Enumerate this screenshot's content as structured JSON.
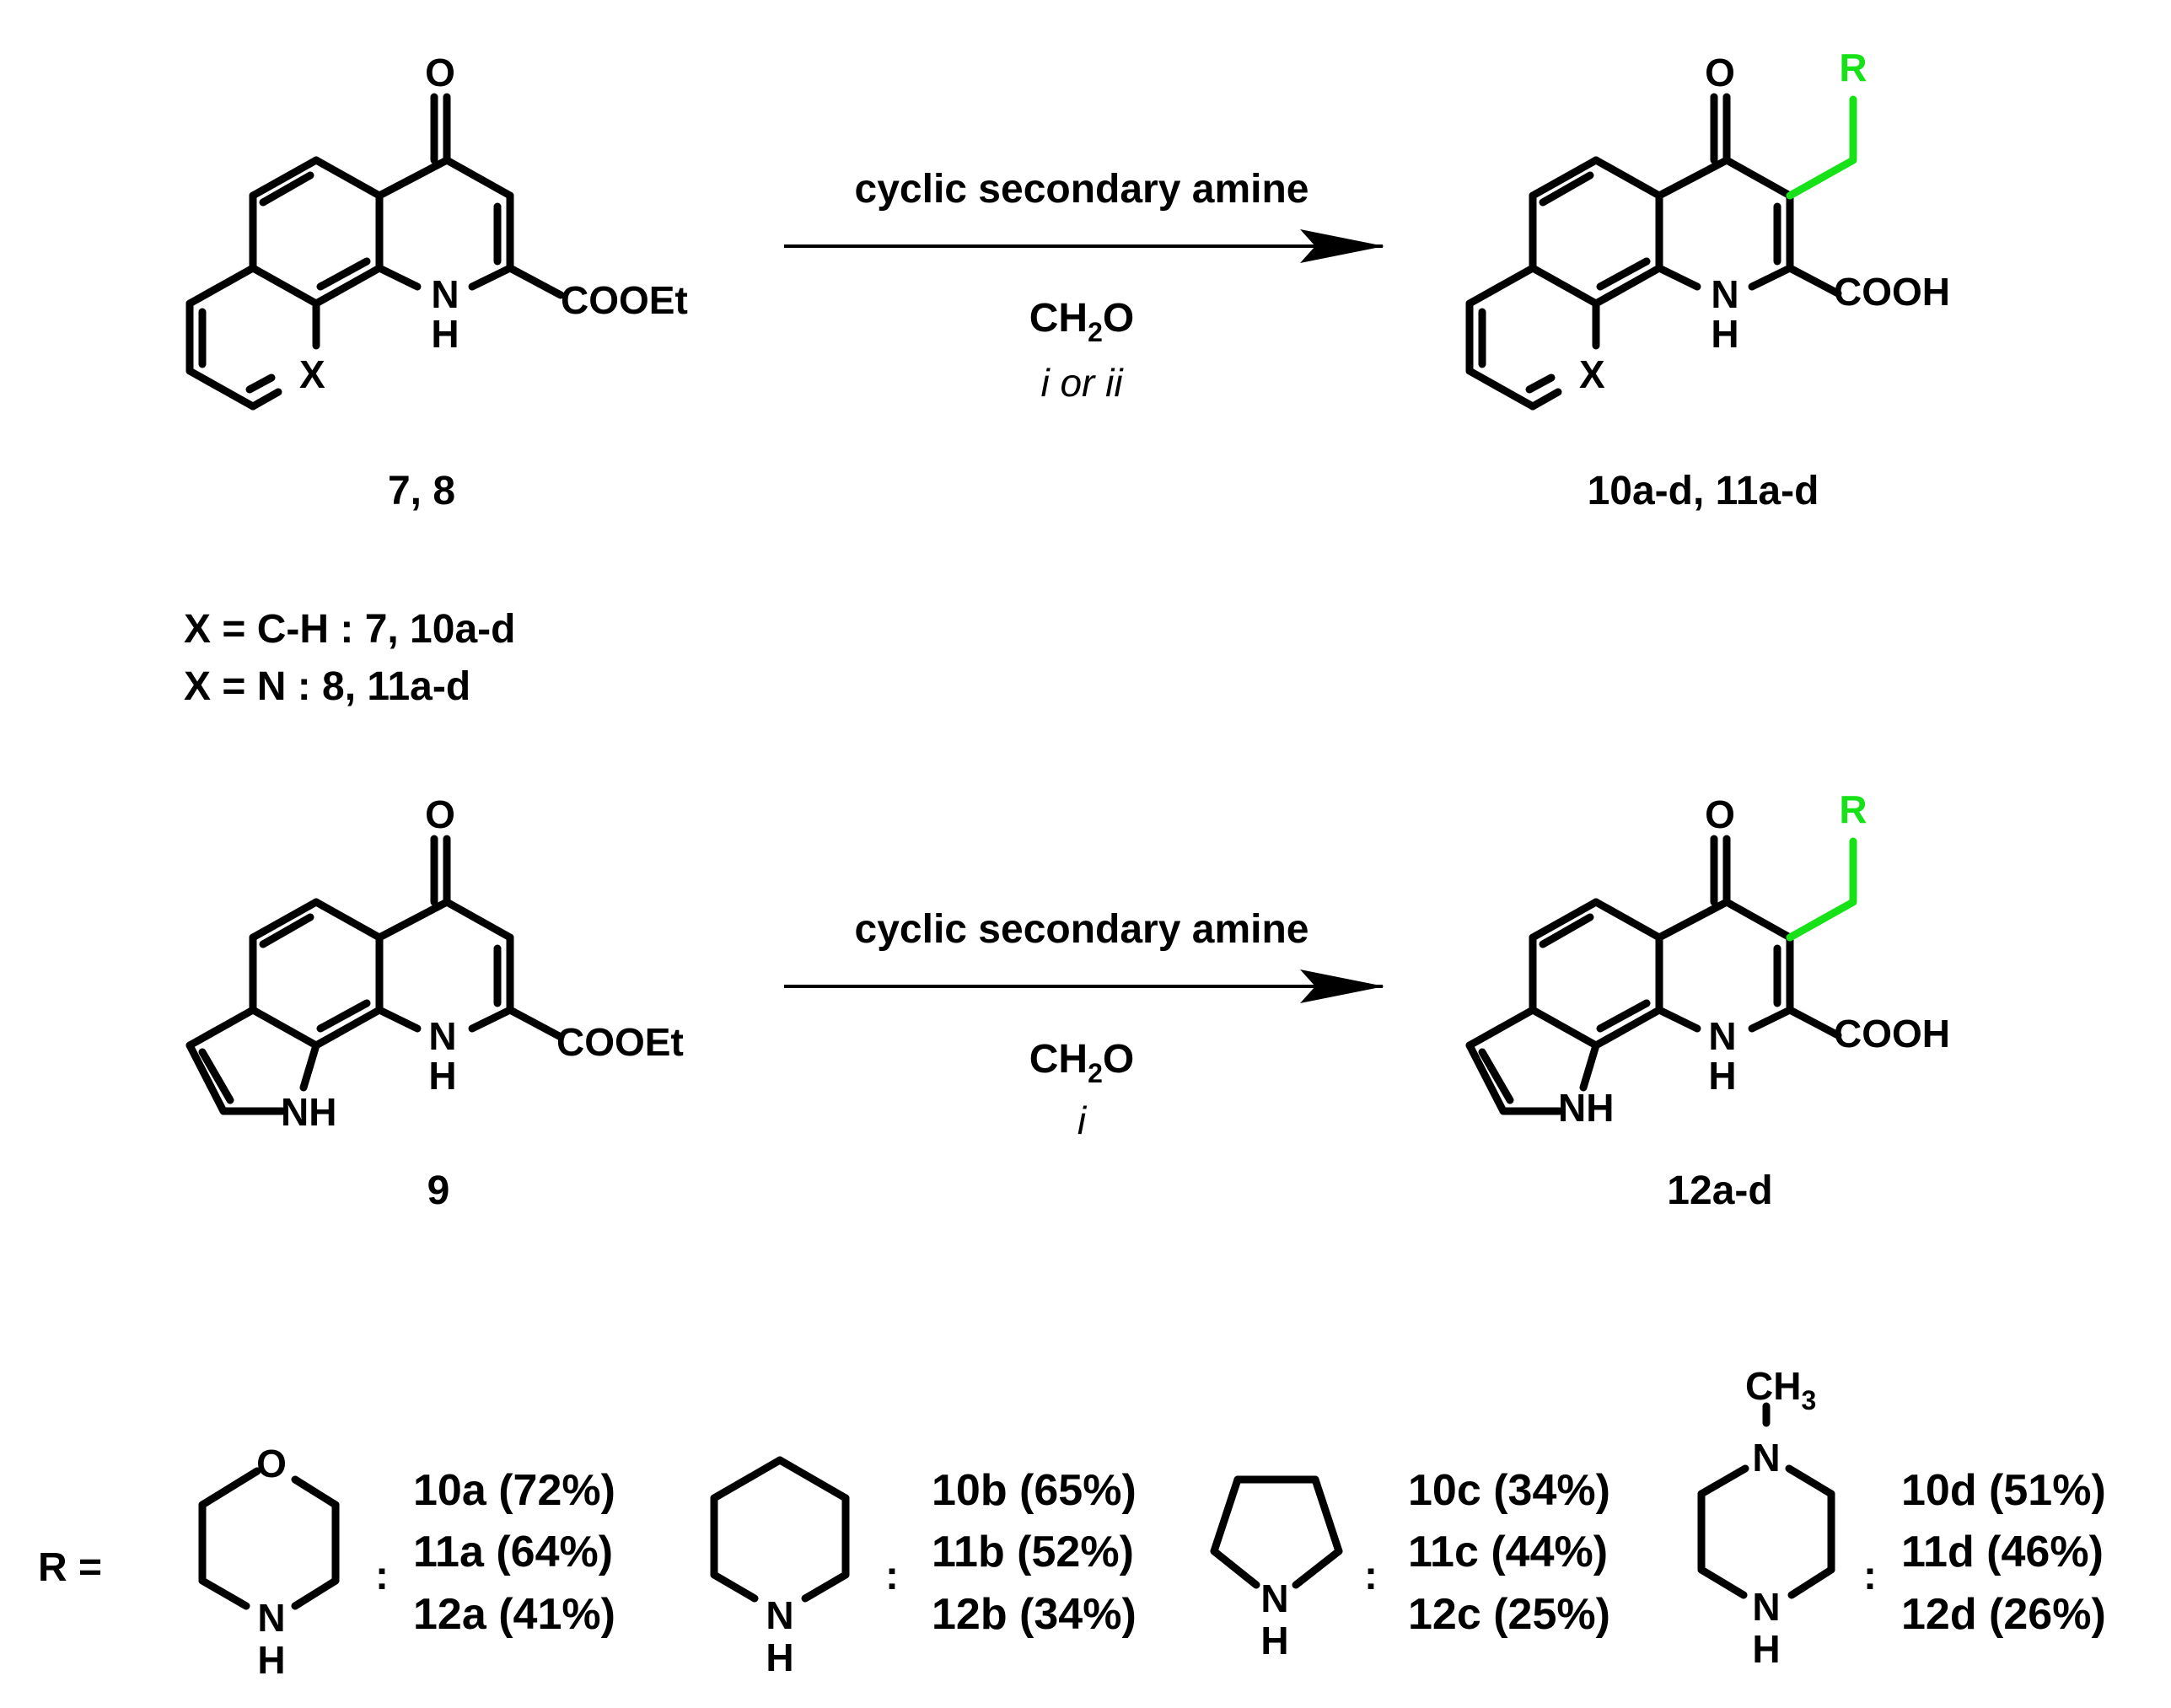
{
  "colors": {
    "bond": "#000000",
    "substituent": "#17e117"
  },
  "scheme1": {
    "reactant": {
      "atoms": {
        "O": "O",
        "N": "N",
        "H": "H",
        "ester": "COOEt",
        "X": "X"
      },
      "label": "7, 8"
    },
    "reagent_top": "cyclic secondary amine",
    "reagent_mid_main": "CH",
    "reagent_mid_sub": "2",
    "reagent_mid_tail": "O",
    "condition": "i or ii",
    "product": {
      "atoms": {
        "O": "O",
        "N": "N",
        "H": "H",
        "acid": "COOH",
        "X": "X",
        "R": "R"
      },
      "label": "10a-d, 11a-d"
    }
  },
  "definitions": [
    "X = C-H : 7, 10a-d",
    "X = N : 8, 11a-d"
  ],
  "scheme2": {
    "reactant": {
      "atoms": {
        "O": "O",
        "N": "N",
        "H": "H",
        "ester": "COOEt",
        "NH": "NH"
      },
      "label": "9"
    },
    "reagent_top": "cyclic secondary amine",
    "reagent_mid_main": "CH",
    "reagent_mid_sub": "2",
    "reagent_mid_tail": "O",
    "condition": "i",
    "product": {
      "atoms": {
        "O": "O",
        "N": "N",
        "H": "H",
        "acid": "COOH",
        "NH": "NH",
        "R": "R"
      },
      "label": "12a-d"
    }
  },
  "r_groups": {
    "prefix": "R =",
    "colon": ":",
    "items": [
      {
        "atoms": {
          "O": "O",
          "N": "N",
          "H": "H"
        },
        "yields": [
          "10a (72%)",
          "11a (64%)",
          "12a (41%)"
        ]
      },
      {
        "atoms": {
          "N": "N",
          "H": "H"
        },
        "yields": [
          "10b (65%)",
          "11b (52%)",
          "12b (34%)"
        ]
      },
      {
        "atoms": {
          "N": "N",
          "H": "H"
        },
        "yields": [
          "10c (34%)",
          "11c (44%)",
          "12c (25%)"
        ]
      },
      {
        "atoms": {
          "N_top": "N",
          "N": "N",
          "H": "H",
          "methyl_main": "CH",
          "methyl_sub": "3"
        },
        "yields": [
          "10d (51%)",
          "11d (46%)",
          "12d (26%)"
        ]
      }
    ]
  }
}
